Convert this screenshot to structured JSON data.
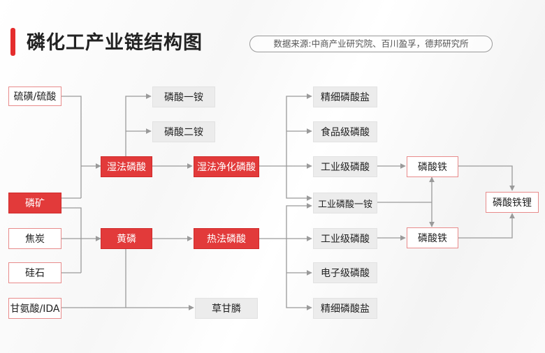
{
  "header": {
    "title": "磷化工产业链结构图",
    "source": "数据来源:中商产业研究院、百川盈孚，德邦研究所"
  },
  "nodes": {
    "sulfur": "硫磺/硫酸",
    "phosphate_ore": "磷矿",
    "coke": "焦炭",
    "silica": "硅石",
    "glycine": "甘氨酸/IDA",
    "wet_acid": "湿法磷酸",
    "yellow_p": "黄磷",
    "map": "磷酸一铵",
    "dap": "磷酸二铵",
    "purified_acid": "湿法净化磷酸",
    "thermal_acid": "热法磷酸",
    "glyphosate": "草甘膦",
    "fine_salt_1": "精细磷酸盐",
    "food_acid": "食品级磷酸",
    "industrial_acid_1": "工业级磷酸",
    "industrial_map": "工业磷酸一铵",
    "industrial_acid_2": "工业级磷酸",
    "electronic_acid": "电子级磷酸",
    "fine_salt_2": "精细磷酸盐",
    "iron_phosphate_1": "磷酸铁",
    "iron_phosphate_2": "磷酸铁",
    "lfp": "磷酸铁锂"
  },
  "colors": {
    "accent": "#e52d2d",
    "red_node": "#e23a3a",
    "outline_border": "#e88b8b",
    "gray_node": "#ececec",
    "line": "#9a9a9a"
  }
}
